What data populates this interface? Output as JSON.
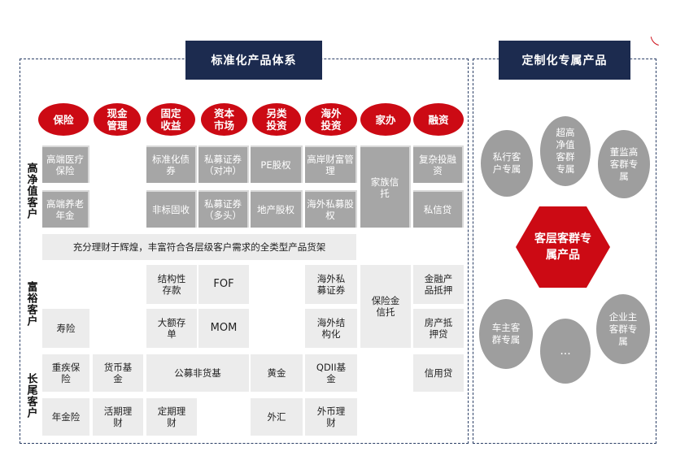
{
  "standard": {
    "title": "标准化产品体系",
    "categories": [
      "保险",
      "现金管理",
      "固定收益",
      "资本市场",
      "另类投资",
      "海外投资",
      "家办",
      "融资"
    ],
    "segments": {
      "hnw": "高净值客户",
      "affluent": "富裕客户",
      "longtail": "长尾客户"
    },
    "hnw_banner": "充分理财于辉煌，丰富符合各层级客户需求的全类型产品货架",
    "hnw_row1": [
      "高端医疗保险",
      "标准化债券",
      "私募证券（对冲）",
      "PE股权",
      "高岸财富管理"
    ],
    "hnw_row2": [
      "高端养老年金",
      "非标固收",
      "私募证券（多头）",
      "地产股权",
      "海外私募股权"
    ],
    "family_trust": "家族信托",
    "fin_hnw": [
      "复杂投融资",
      "私信贷"
    ],
    "affluent_row1": [
      "结构性存款",
      "FOF",
      "海外私募证券"
    ],
    "affluent_row2": [
      "寿险",
      "大额存单",
      "MOM",
      "海外结构化"
    ],
    "insurance_trust": "保险金信托",
    "fin_affluent": [
      "金融产品抵押",
      "房产抵押贷"
    ],
    "longtail_row1": [
      "重疾保险",
      "货币基金",
      "公募非货基",
      "黄金",
      "QDII基金"
    ],
    "credit_loan": "信用贷",
    "longtail_row2": [
      "年金险",
      "活期理财",
      "定期理财",
      "外汇",
      "外币理财"
    ]
  },
  "custom": {
    "title": "定制化专属产品",
    "center": "客层客群专属产品",
    "circles": [
      "私行客户专属",
      "超高净值客群专属",
      "董监高客群专属",
      "车主客群专属",
      "...",
      "企业主客群专属"
    ]
  },
  "colors": {
    "accent_red": "#cc0a14",
    "navy": "#1c2b4f",
    "gray": "#a6a6a6"
  }
}
